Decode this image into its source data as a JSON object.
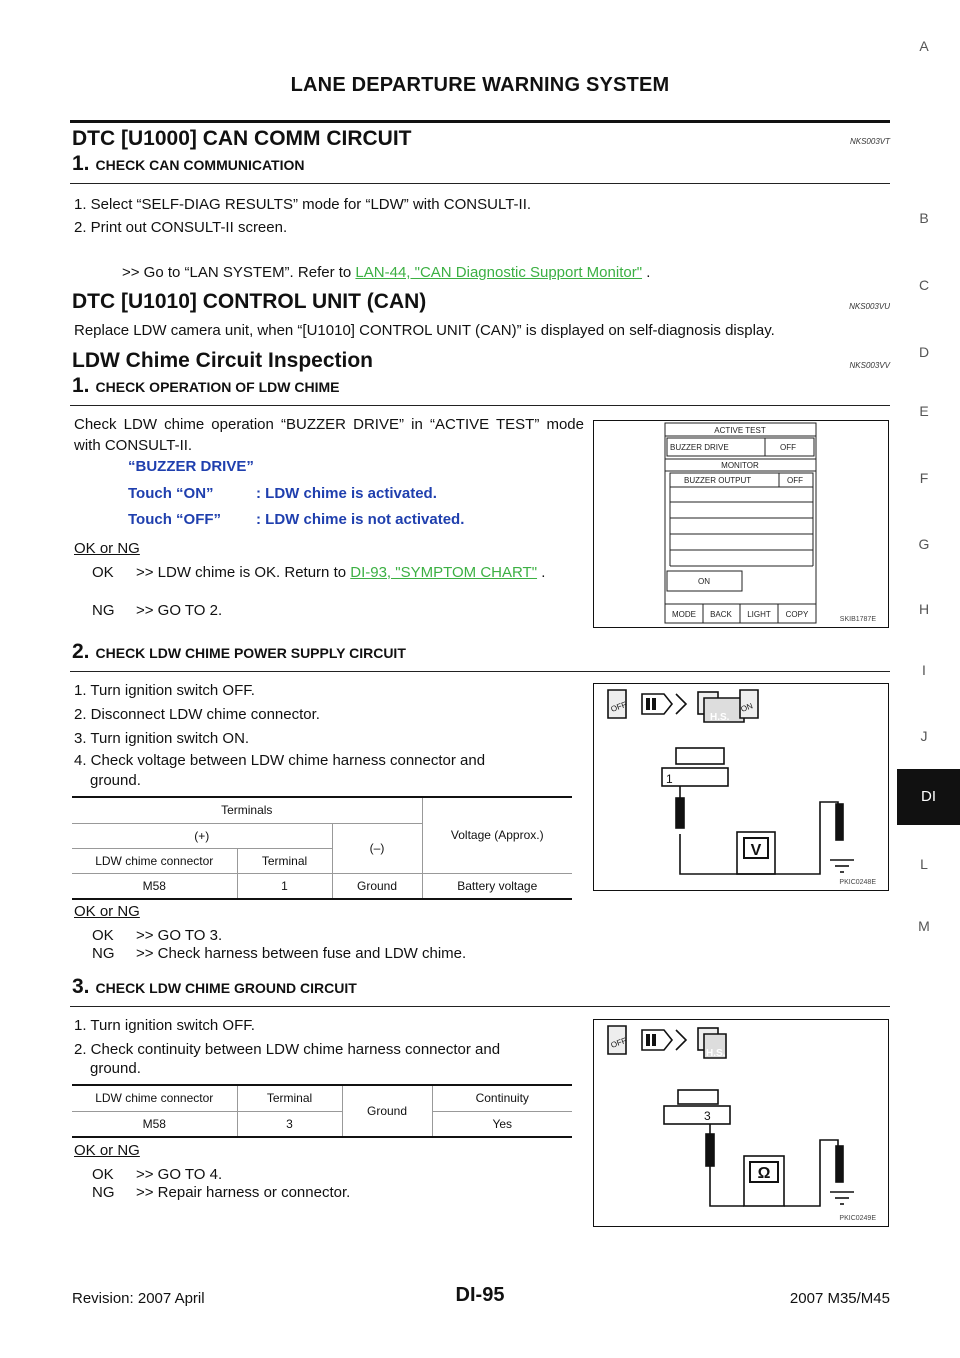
{
  "header": {
    "title": "LANE DEPARTURE WARNING SYSTEM"
  },
  "side_index": [
    "A",
    "B",
    "C",
    "D",
    "E",
    "F",
    "G",
    "H",
    "I",
    "J",
    "DI",
    "L",
    "M"
  ],
  "sec1": {
    "title": "DTC [U1000] CAN COMM CIRCUIT",
    "code": "NKS003VT"
  },
  "step1a": {
    "num": "1.",
    "label": "CHECK CAN COMMUNICATION"
  },
  "sec1_items": [
    "1. Select “SELF-DIAG RESULTS” mode for “LDW” with CONSULT-II.",
    "2. Print out CONSULT-II screen."
  ],
  "sec1_goto": {
    "pre": ">> Go to “LAN SYSTEM”. Refer to ",
    "link": "LAN-44, \"CAN Diagnostic Support Monitor\"",
    "post": " ."
  },
  "sec2": {
    "title": "DTC [U1010] CONTROL UNIT (CAN)",
    "code": "NKS003VU",
    "text": "Replace LDW camera unit, when “[U1010] CONTROL UNIT (CAN)” is displayed on self-diagnosis display."
  },
  "sec3": {
    "title": "LDW Chime Circuit Inspection",
    "code": "NKS003VV"
  },
  "step1": {
    "num": "1.",
    "label": "CHECK OPERATION OF LDW CHIME",
    "text": "Check LDW chime operation “BUZZER DRIVE” in “ACTIVE TEST” mode with CONSULT-II.",
    "note_title": "“BUZZER DRIVE”",
    "note_on_key": "Touch “ON”",
    "note_on_val": ": LDW chime is activated.",
    "note_off_key": "Touch “OFF”",
    "note_off_val": ": LDW chime is not activated.",
    "okng": "OK or NG",
    "ok_key": "OK",
    "ok_pre": ">> LDW chime is OK. Return to ",
    "ok_link": "DI-93, \"SYMPTOM CHART\"",
    "ok_post": " .",
    "ng_key": "NG",
    "ng_text": ">> GO TO 2."
  },
  "fig1": {
    "code": "SKIB1787E",
    "active_test": "ACTIVE TEST",
    "buzzer_drive": "BUZZER DRIVE",
    "buzzer_drive_val": "OFF",
    "monitor": "MONITOR",
    "buzzer_output": "BUZZER OUTPUT",
    "buzzer_output_val": "OFF",
    "on": "ON",
    "mode": "MODE",
    "back": "BACK",
    "light": "LIGHT",
    "copy": "COPY"
  },
  "step2": {
    "num": "2.",
    "label": "CHECK LDW CHIME POWER SUPPLY CIRCUIT",
    "items": [
      "1. Turn ignition switch OFF.",
      "2. Disconnect LDW chime connector.",
      "3. Turn ignition switch ON.",
      "4. Check voltage between LDW chime harness connector and",
      "ground."
    ],
    "table": {
      "terminals": "Terminals",
      "plus": "(+)",
      "minus": "(–)",
      "voltage": "Voltage (Approx.)",
      "conn_hdr": "LDW chime connector",
      "term_hdr": "Terminal",
      "conn": "M58",
      "term": "1",
      "gnd": "Ground",
      "volt": "Battery voltage"
    },
    "okng": "OK or NG",
    "ok_key": "OK",
    "ok_text": ">> GO TO 3.",
    "ng_key": "NG",
    "ng_text": ">> Check harness between fuse and LDW chime."
  },
  "fig2": {
    "code": "PKIC0248E",
    "off": "OFF",
    "on": "ON",
    "hs": "H.S.",
    "pin": "1",
    "meter": "V"
  },
  "step3": {
    "num": "3.",
    "label": "CHECK LDW CHIME GROUND CIRCUIT",
    "items": [
      "1. Turn ignition switch OFF.",
      "2. Check continuity between LDW chime harness connector and",
      "ground."
    ],
    "table": {
      "conn_hdr": "LDW chime connector",
      "term_hdr": "Terminal",
      "gnd": "Ground",
      "cont_hdr": "Continuity",
      "conn": "M58",
      "term": "3",
      "cont": "Yes"
    },
    "okng": "OK or NG",
    "ok_key": "OK",
    "ok_text": ">> GO TO 4.",
    "ng_key": "NG",
    "ng_text": ">> Repair harness or connector."
  },
  "fig3": {
    "code": "PKIC0249E",
    "off": "OFF",
    "hs": "H.S.",
    "pin": "3",
    "meter": "Ω"
  },
  "footer": {
    "revision": "Revision: 2007 April",
    "page": "DI-95",
    "model": "2007 M35/M45"
  }
}
